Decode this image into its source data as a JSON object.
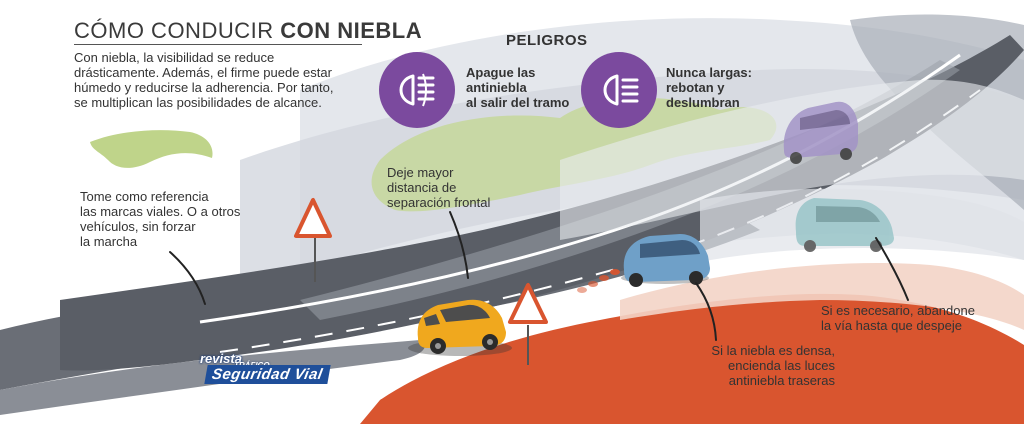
{
  "title": {
    "light": "CÓMO CONDUCIR ",
    "bold": "CON NIEBLA"
  },
  "intro": "Con niebla, la visibilidad se reduce drásticamente. Además, el firme puede estar húmedo y reducirse la adherencia. Por tanto, se multiplican las posibilidades de alcance.",
  "dangers": {
    "heading": "PELIGROS",
    "items": [
      {
        "icon": "fog-light-icon",
        "lines": [
          "Apague las",
          "antiniebla",
          "al salir del tramo"
        ]
      },
      {
        "icon": "high-beam-icon",
        "lines": [
          "Nunca largas:",
          "rebotan y",
          "deslumbran"
        ]
      }
    ]
  },
  "tips": [
    {
      "lines": [
        "Tome como referencia",
        "las marcas viales. O a otros",
        "vehículos, sin forzar",
        "la marcha"
      ]
    },
    {
      "lines": [
        "Deje mayor",
        "distancia de",
        "separación frontal"
      ]
    },
    {
      "lines": [
        "Si la niebla es densa,",
        "encienda las luces",
        "antiniebla traseras"
      ]
    },
    {
      "lines": [
        "Si es necesario, abandone",
        "la vía hasta que despeje"
      ]
    }
  ],
  "logo": {
    "line1": "revista",
    "line2": "TRÁFICO",
    "line3": "Seguridad Vial"
  },
  "colors": {
    "road": "#5a5e66",
    "fog": "#c9ced6",
    "badge": "#7b4a9e",
    "green_patch": "#c6d79a",
    "orange_car": "#f0a81e",
    "blue_car": "#6fa0c8",
    "terrain": "#d9552f",
    "logo_blue": "#1f4f9a"
  }
}
